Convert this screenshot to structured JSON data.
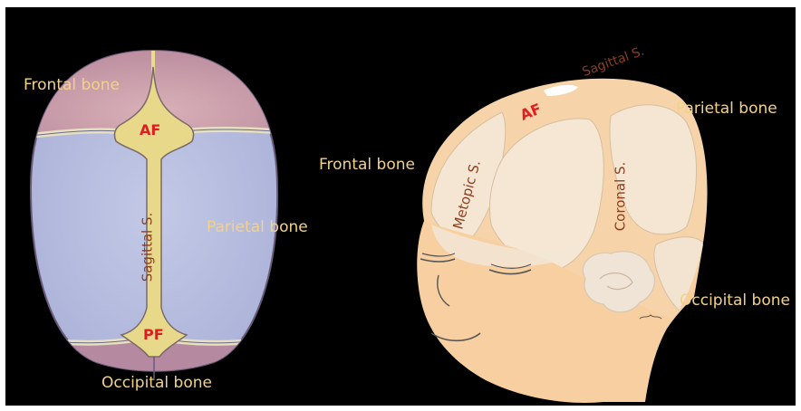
{
  "left_diagram": {
    "labels": {
      "frontal_bone": "Frontal bone",
      "af": "AF",
      "sagittal_suture": "Sagittal S.",
      "parietal_bone": "Parietal bone",
      "pf": "PF",
      "occipital_bone": "Occipital bone"
    }
  },
  "right_diagram": {
    "labels": {
      "sagittal_suture": "Sagittal S.",
      "af": "AF",
      "parietal_bone": "Parietal bone",
      "frontal_bone": "Frontal bone",
      "metopic_suture": "Metopic S.",
      "coronal_suture": "Coronal S.",
      "occipital_bone": "Occipital bone"
    }
  },
  "colors": {
    "background": "#000000",
    "bone_label": "#f2d28a",
    "fontanelle_label": "#e01b22",
    "suture_label": "#8a3f22",
    "frontal_fill": "#cfa3ad",
    "parietal_fill": "#b8bfde",
    "suture_fill": "#e9dc8a",
    "skin": "#f6d2a7"
  }
}
